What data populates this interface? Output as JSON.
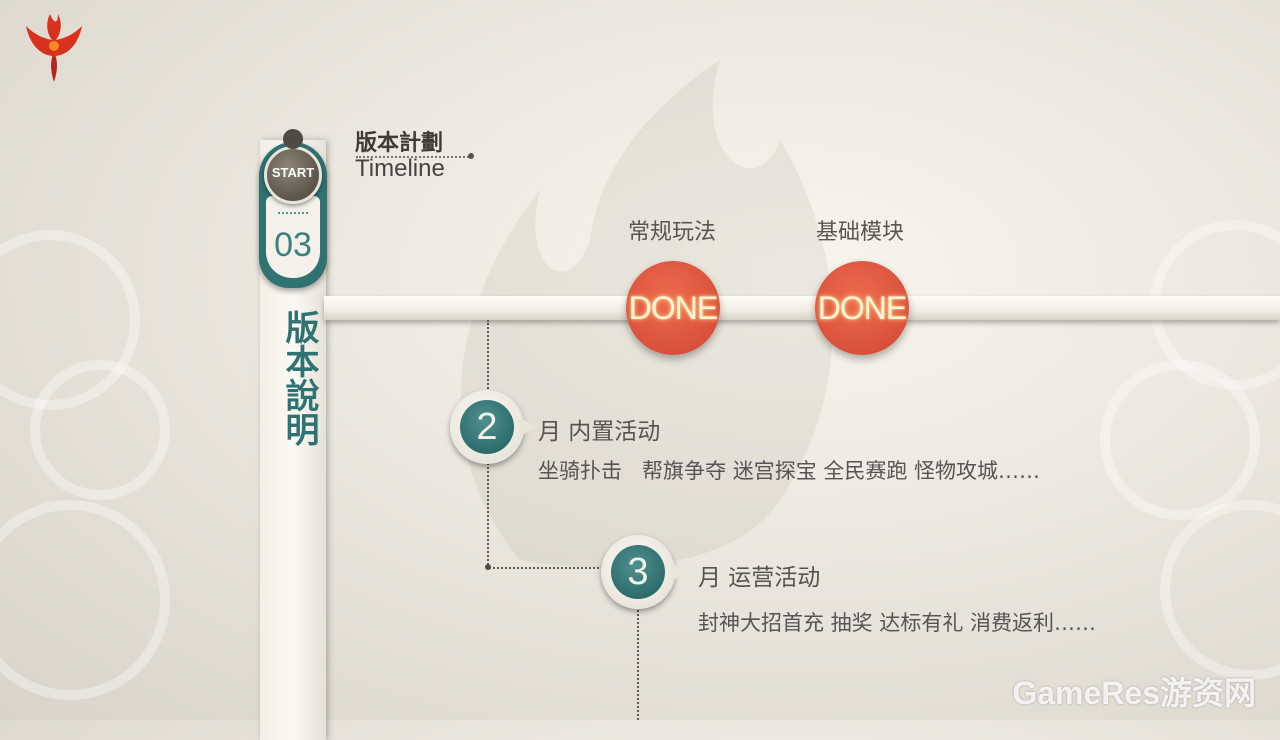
{
  "header": {
    "title_cn": "版本計劃",
    "title_en": "Timeline"
  },
  "tab": {
    "badge": "START",
    "number": "03",
    "vertical_title": "版本說明"
  },
  "milestones": [
    {
      "label": "常规玩法",
      "status": "DONE"
    },
    {
      "label": "基础模块",
      "status": "DONE"
    }
  ],
  "steps": [
    {
      "number": "2",
      "title": "月 内置活动",
      "items": "坐骑扑击   帮旗争夺 迷宫探宝 全民赛跑 怪物攻城……"
    },
    {
      "number": "3",
      "title": "月 运营活动",
      "items": "封神大招首充 抽奖 达标有礼 消费返利……"
    }
  ],
  "watermark": "GameRes游资网",
  "colors": {
    "accent_teal": "#2f7272",
    "done_red": "#d9513b",
    "background": "#ece7de"
  },
  "icons": {
    "logo": "phoenix-logo-icon"
  }
}
